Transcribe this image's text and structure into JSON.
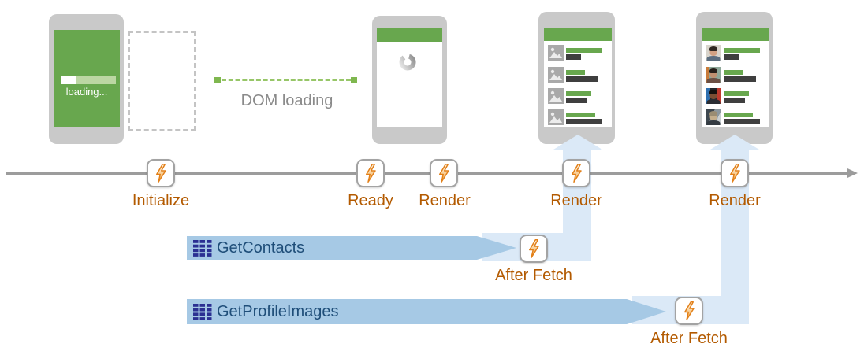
{
  "palette": {
    "screen_green": "#68A74E",
    "phone_gray": "#C9C9C9",
    "request_bar_blue": "#A6C9E5",
    "flow_band_blue": "#DBE9F7",
    "event_label_orange": "#B35A00",
    "request_text_navy": "#1F4E79",
    "timeline_gray": "#9C9C9C",
    "bolt_orange": "#E2801A",
    "list_bar_dark": "#3F3F3F"
  },
  "phones": {
    "splash": {
      "loading_text": "loading..."
    }
  },
  "dom_loading": {
    "label": "DOM loading"
  },
  "timeline": {
    "events": [
      {
        "label": "Initialize"
      },
      {
        "label": "Ready"
      },
      {
        "label": "Render"
      },
      {
        "label": "Render"
      },
      {
        "label": "Render"
      }
    ]
  },
  "requests": [
    {
      "label": "GetContacts",
      "after_label": "After Fetch"
    },
    {
      "label": "GetProfileImages",
      "after_label": "After Fetch"
    }
  ],
  "icons": {
    "event": "lightning-bolt",
    "request": "data-table",
    "thumbnail": "image-placeholder",
    "busy": "loading-spinner"
  }
}
